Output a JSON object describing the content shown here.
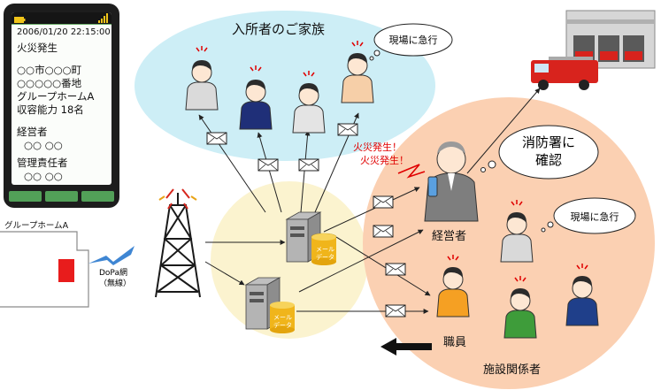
{
  "phone": {
    "timestamp": "2006/01/20 22:15:00",
    "event": "火災発生",
    "address_line1": "○○市○○○町",
    "address_line2": "○○○○○番地",
    "facility": "グループホームA",
    "capacity": "収容能力 18名",
    "manager_title": "経営者",
    "manager_name": "○○ ○○",
    "responsible_title": "管理責任者",
    "responsible_name": "○○ ○○"
  },
  "facility_label": "グループホームA",
  "network_label": "DoPa網",
  "network_sublabel": "（無線）",
  "family_title": "入所者のご家族",
  "family_bubble": "現場に急行",
  "staff_bubble": "現場に急行",
  "manager_bubble_line1": "消防署に",
  "manager_bubble_line2": "確認",
  "alert_line1": "火災発生！",
  "alert_line2": "火災発生！",
  "manager_label": "経営者",
  "staff_label": "職員",
  "staff_group_title": "施設関係者",
  "server_label": "メール",
  "server_label2": "データ",
  "colors": {
    "family_zone": "#cdeef6",
    "server_zone": "#fbf3cf",
    "staff_zone": "#fbd0b2",
    "alert": "#e00000",
    "phone_key": "#52a058",
    "fire_truck": "#d8231d"
  }
}
